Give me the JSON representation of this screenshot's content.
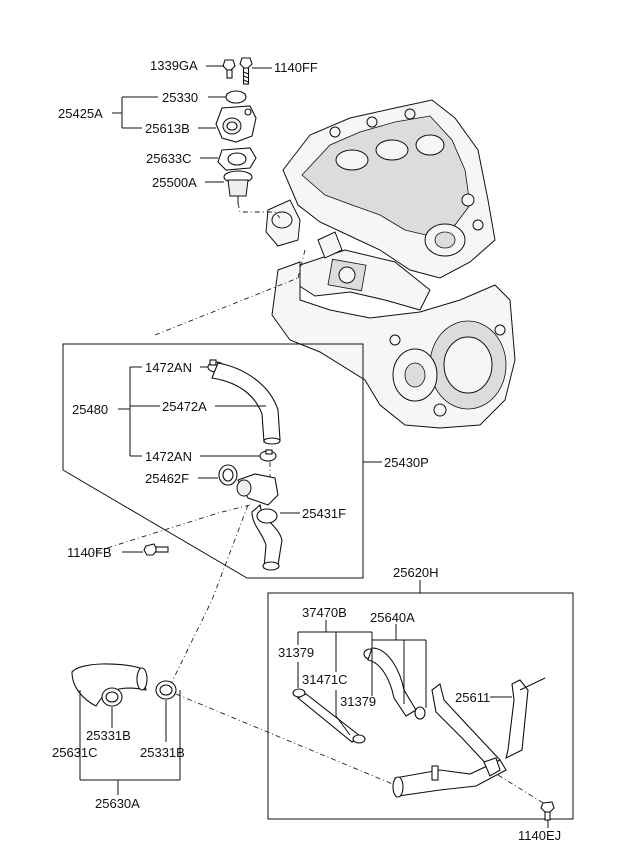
{
  "labels": {
    "p1339GA": "1339GA",
    "p1140FF": "1140FF",
    "p25330": "25330",
    "p25425A": "25425A",
    "p25613B": "25613B",
    "p25633C": "25633C",
    "p25500A": "25500A",
    "p1472AN_top": "1472AN",
    "p25480": "25480",
    "p25472A": "25472A",
    "p1472AN_bot": "1472AN",
    "p25430P": "25430P",
    "p25462F": "25462F",
    "p25431F": "25431F",
    "p1140FB": "1140FB",
    "p25620H": "25620H",
    "p37470B": "37470B",
    "p25640A": "25640A",
    "p31379_a": "31379",
    "p31471C": "31471C",
    "p25611": "25611",
    "p31379_b": "31379",
    "p25331B_a": "25331B",
    "p25631C": "25631C",
    "p25331B_b": "25331B",
    "p25630A": "25630A",
    "p1140EJ": "1140EJ"
  },
  "icons": [
    "engine-block",
    "thermostat",
    "water-hose",
    "bolt",
    "clamp",
    "gasket",
    "water-pipe"
  ]
}
